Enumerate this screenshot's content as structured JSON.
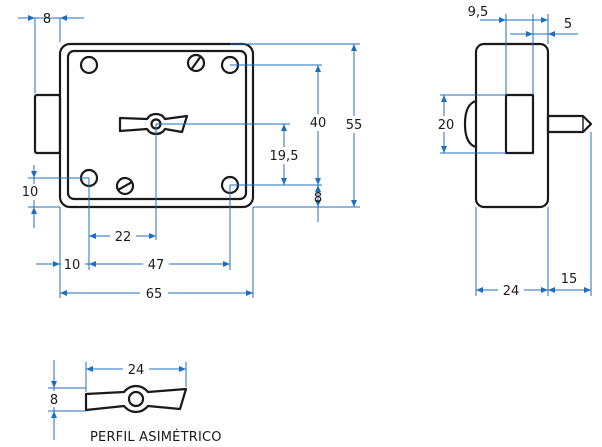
{
  "front_view": {
    "dims": {
      "top_offset": "8",
      "height_total": "55",
      "hole_spacing_v": "40",
      "key_center_h": "19,5",
      "bottom_offset": "8",
      "hole_left_v": "10",
      "key_from_hole": "22",
      "hole_left_h": "10",
      "hole_spacing_h": "47",
      "width_total": "65"
    }
  },
  "side_view": {
    "dims": {
      "spacing_a": "9,5",
      "spacing_b": "5",
      "bolt_height": "20",
      "body_depth": "24",
      "bolt_projection": "15"
    }
  },
  "profile": {
    "dims": {
      "length": "24",
      "height": "8"
    },
    "caption": "PERFIL ASIMÉTRICO"
  },
  "colors": {
    "line": "#1a1a1a",
    "dimension": "#1f6fbf",
    "background": "#ffffff"
  }
}
